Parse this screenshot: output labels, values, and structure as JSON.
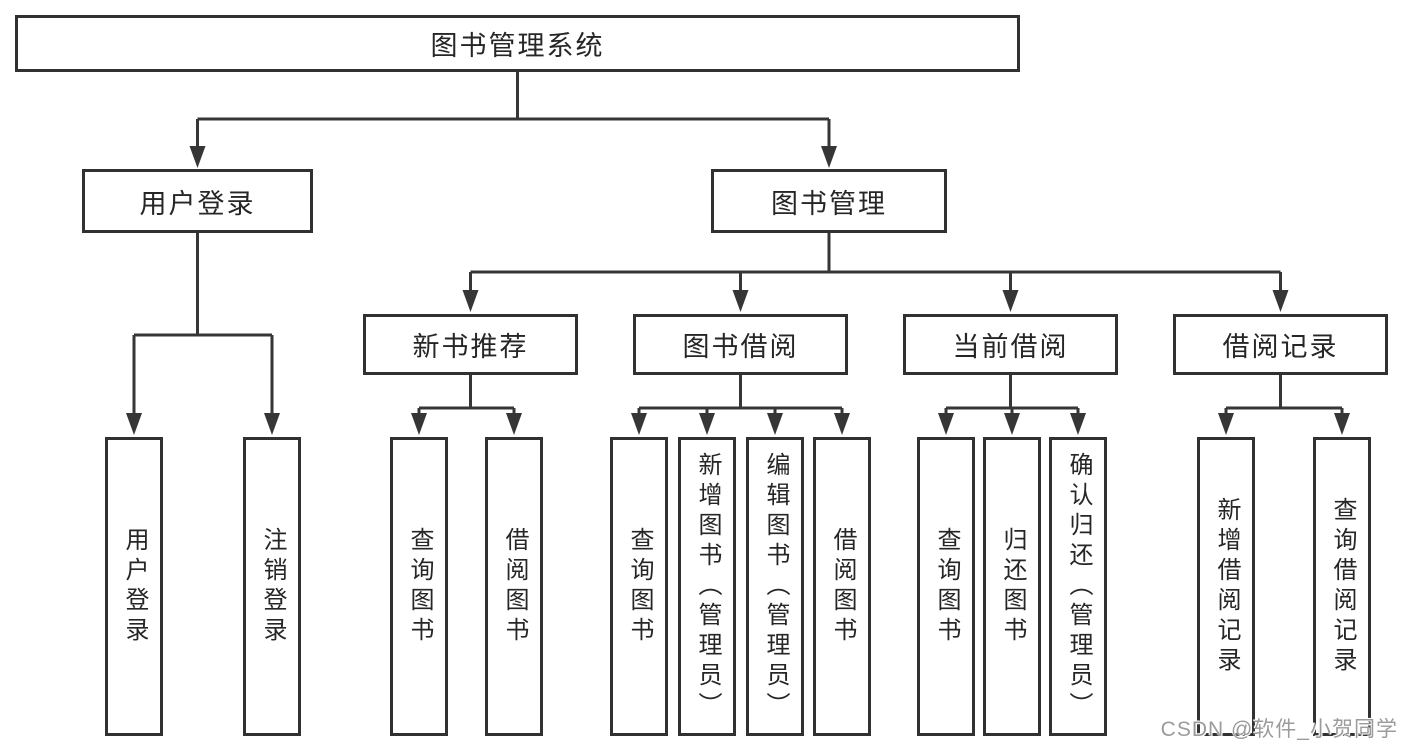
{
  "diagram_type": "function-structure-tree",
  "colors": {
    "background": "#ffffff",
    "line": "#363636",
    "box_border": "#313131",
    "text": "#262626",
    "watermark": "#9b9b9b"
  },
  "tree": {
    "label": "图书管理系统",
    "children": [
      {
        "label": "用户登录",
        "children": [
          {
            "label": "用户登录"
          },
          {
            "label": "注销登录"
          }
        ]
      },
      {
        "label": "图书管理",
        "children": [
          {
            "label": "新书推荐",
            "children": [
              {
                "label": "查询图书"
              },
              {
                "label": "借阅图书"
              }
            ]
          },
          {
            "label": "图书借阅",
            "children": [
              {
                "label": "查询图书"
              },
              {
                "label": "新增图书（管理员）"
              },
              {
                "label": "编辑图书（管理员）"
              },
              {
                "label": "借阅图书"
              }
            ]
          },
          {
            "label": "当前借阅",
            "children": [
              {
                "label": "查询图书"
              },
              {
                "label": "归还图书"
              },
              {
                "label": "确认归还（管理员）"
              }
            ]
          },
          {
            "label": "借阅记录",
            "children": [
              {
                "label": "新增借阅记录"
              },
              {
                "label": "查询借阅记录"
              }
            ]
          }
        ]
      }
    ]
  },
  "watermark": "CSDN @软件_小贺同学"
}
